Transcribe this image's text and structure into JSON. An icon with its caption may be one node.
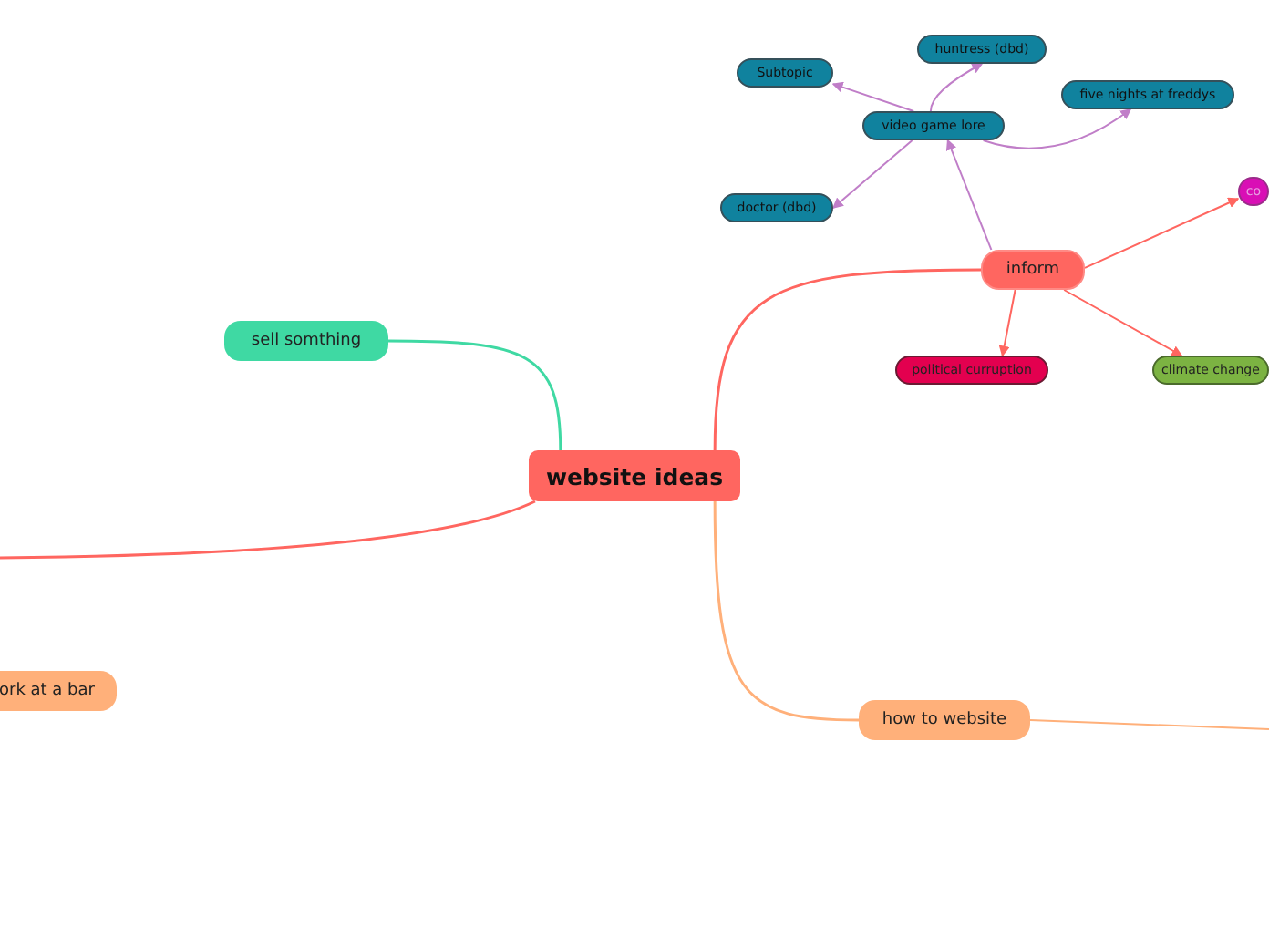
{
  "diagram": {
    "nodes": [
      {
        "text": [
          "website ideas"
        ]
      },
      {
        "text": [
          "sell somthing"
        ]
      },
      {
        "text": [
          "inform"
        ]
      },
      {
        "text": [
          "video game lore"
        ]
      },
      {
        "text": [
          "Subtopic"
        ]
      },
      {
        "text": [
          "huntress (dbd)"
        ]
      },
      {
        "text": [
          "five nights at freddys"
        ]
      },
      {
        "text": [
          "doctor (dbd)"
        ]
      },
      {
        "text": [
          "co"
        ]
      },
      {
        "text": [
          "political curruption"
        ]
      },
      {
        "text": [
          "climate change"
        ]
      },
      {
        "text": [
          "how to website"
        ]
      },
      {
        "text": [
          "ork at a bar"
        ]
      }
    ],
    "edges": [
      {
        "from": 0,
        "to": 1,
        "arrow": "none",
        "color": "#3fd9a3"
      },
      {
        "from": 0,
        "to": 2,
        "arrow": "none"
      },
      {
        "from": 0,
        "to": null,
        "arrow": "none"
      },
      {
        "from": 0,
        "to": 11,
        "arrow": "none",
        "color": "#ffb07a"
      },
      {
        "from": 11,
        "to": null,
        "arrow": "none",
        "color": "#ffb07a"
      },
      {
        "from": 2,
        "to": 3,
        "arrow": "to",
        "color": "#c07ec8"
      },
      {
        "from": 3,
        "to": 4,
        "arrow": "to",
        "color": "#c07ec8"
      },
      {
        "from": 3,
        "to": 5,
        "arrow": "to",
        "color": "#c07ec8"
      },
      {
        "from": 3,
        "to": 6,
        "arrow": "to",
        "color": "#c07ec8"
      },
      {
        "from": 3,
        "to": 7,
        "arrow": "to",
        "color": "#c07ec8"
      },
      {
        "from": 2,
        "to": 8,
        "arrow": "to"
      },
      {
        "from": 2,
        "to": 9,
        "arrow": "to"
      },
      {
        "from": 2,
        "to": 10,
        "arrow": "to"
      }
    ]
  }
}
